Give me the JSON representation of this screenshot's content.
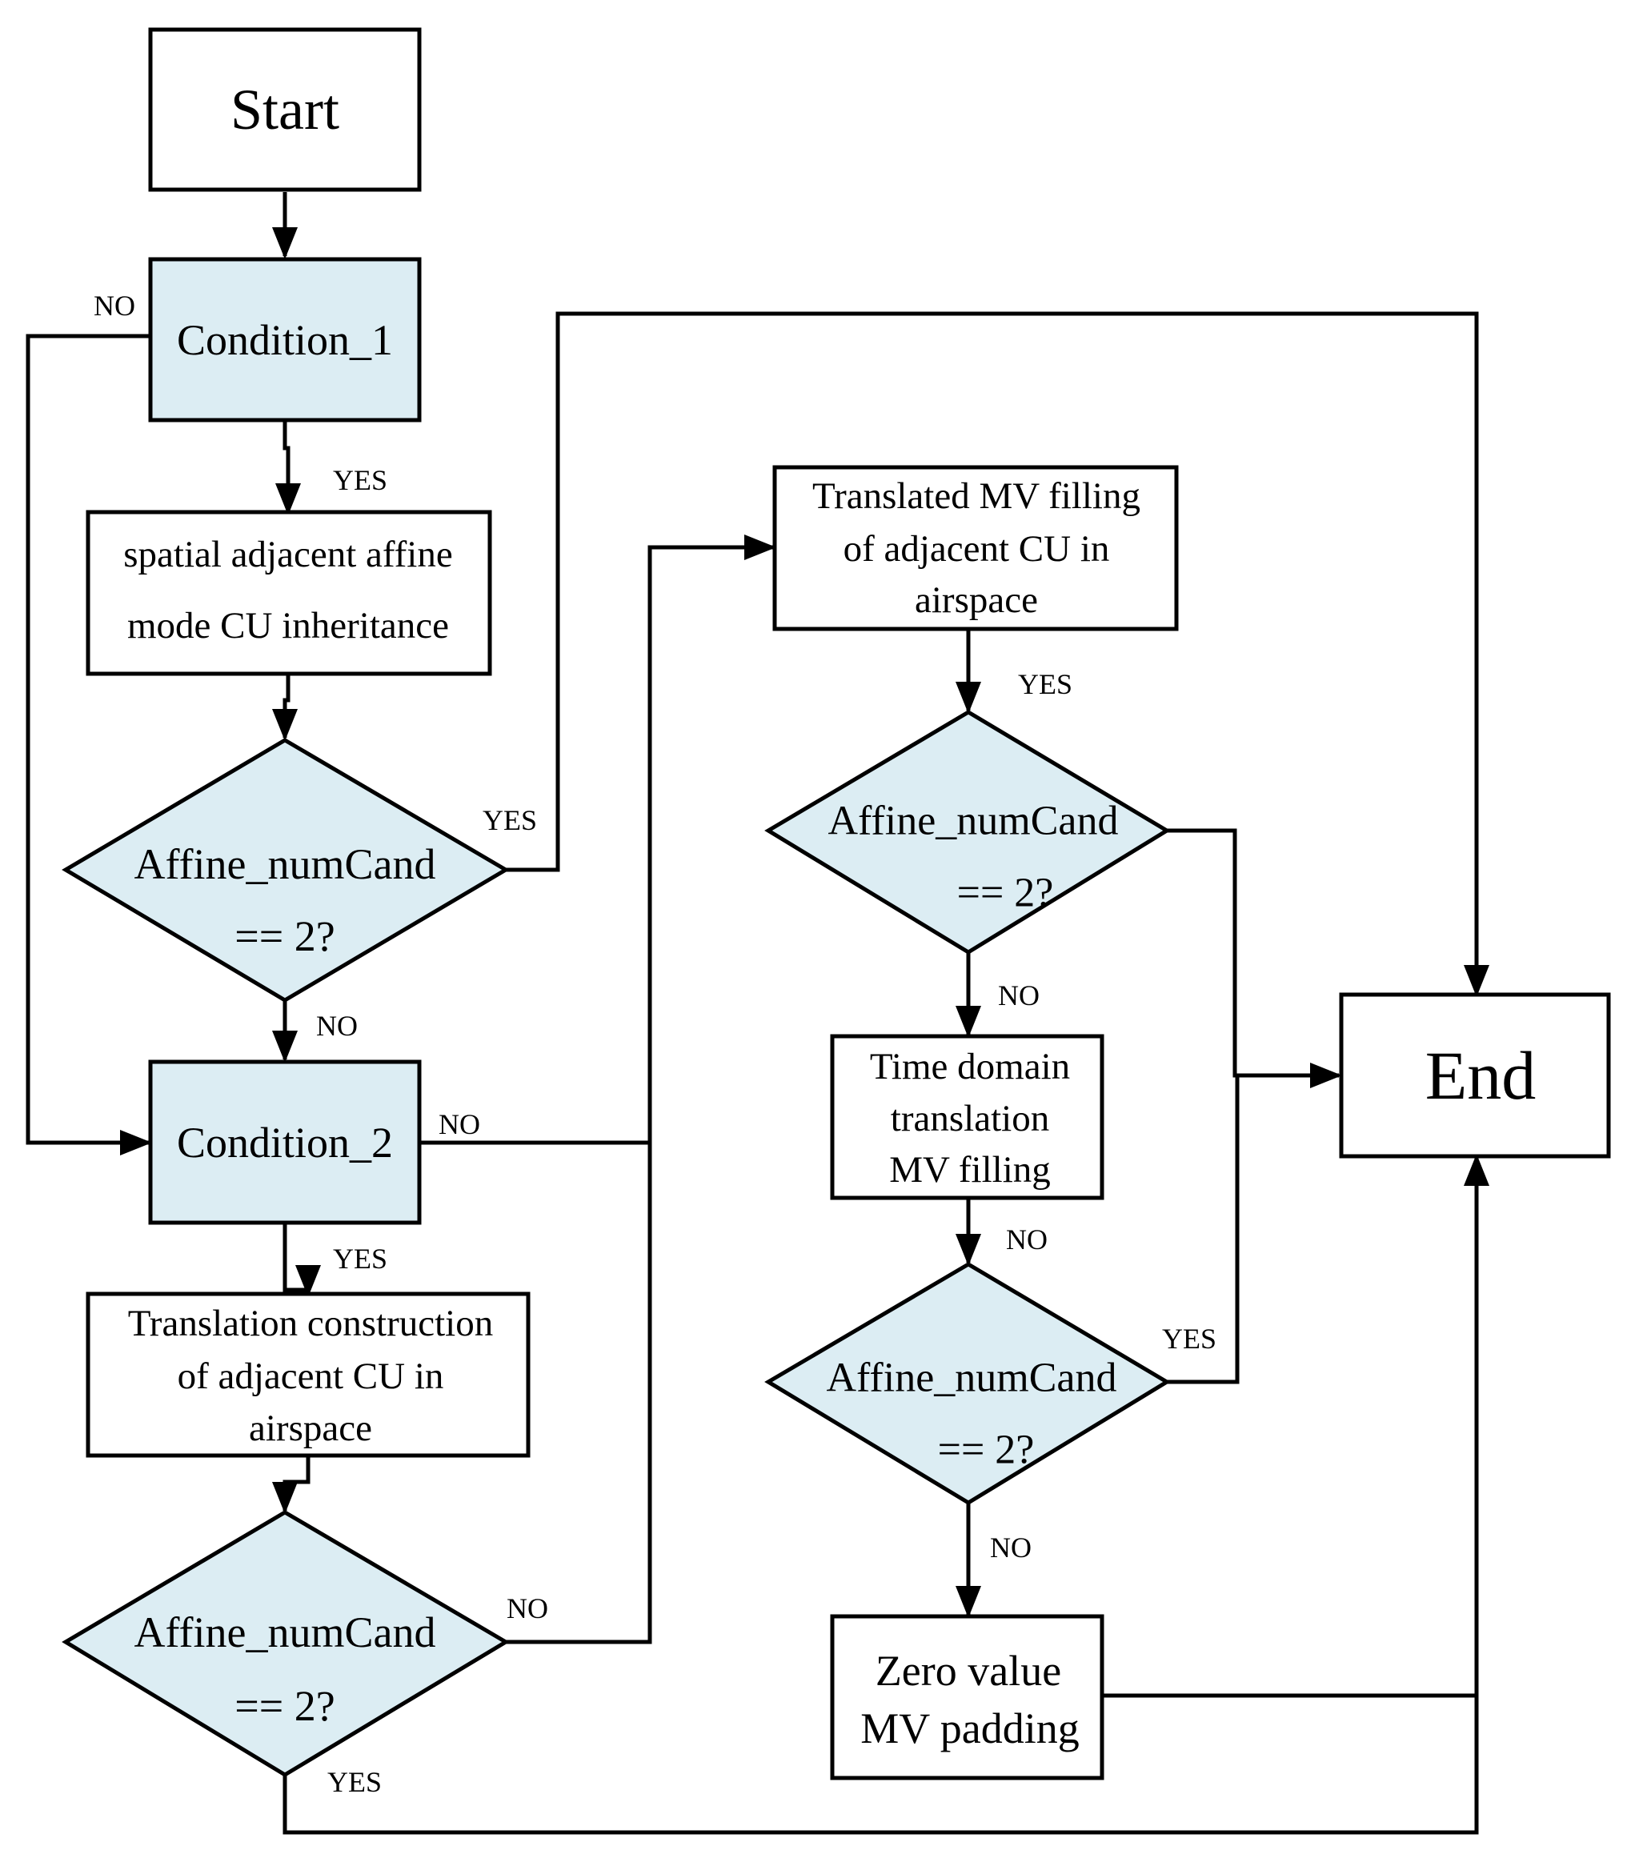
{
  "colors": {
    "decision_fill": "#dcedf3",
    "box_fill": "#ffffff",
    "stroke": "#000000"
  },
  "nodes": {
    "start": "Start",
    "condition1": "Condition_1",
    "spatial_inherit": [
      "spatial adjacent affine",
      "mode CU inheritance"
    ],
    "decision1": [
      "Affine_numCand",
      "== 2?"
    ],
    "condition2": "Condition_2",
    "translation_construct": [
      "Translation construction",
      "of adjacent CU in",
      "airspace"
    ],
    "decision2": [
      "Affine_numCand",
      "== 2?"
    ],
    "translated_mv": [
      "Translated MV filling",
      "of adjacent CU in",
      "airspace"
    ],
    "decision3": [
      "Affine_numCand",
      "== 2?"
    ],
    "time_domain": [
      "Time domain",
      "translation",
      "MV filling"
    ],
    "decision4": [
      "Affine_numCand",
      "== 2?"
    ],
    "zero_padding": [
      "Zero value",
      "MV padding"
    ],
    "end": "End"
  },
  "labels": {
    "c1_no": "NO",
    "c1_yes": "YES",
    "d1_yes": "YES",
    "d1_no": "NO",
    "c2_no": "NO",
    "c2_yes": "YES",
    "d2_no": "NO",
    "d2_yes": "YES",
    "tmv_yes": "YES",
    "d3_no": "NO",
    "td_no": "NO",
    "d4_yes": "YES",
    "d4_no": "NO"
  }
}
